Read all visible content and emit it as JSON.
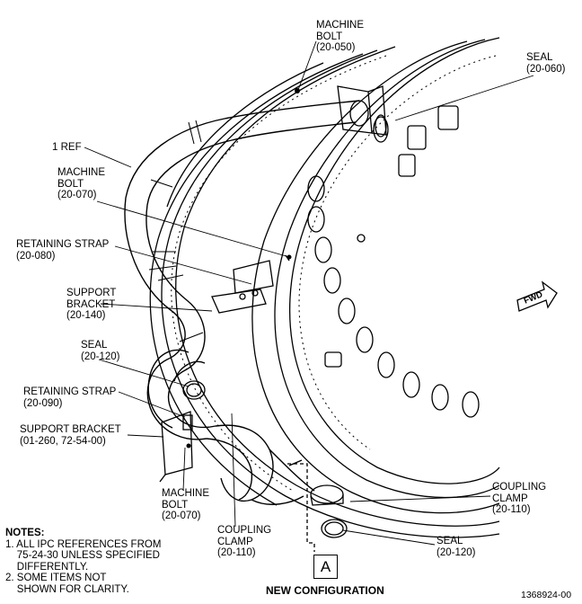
{
  "labels": {
    "machine_bolt_top": "MACHINE\nBOLT\n(20-050)",
    "seal_top_right": "SEAL\n(20-060)",
    "one_ref": "1 REF",
    "machine_bolt_left": "MACHINE\nBOLT\n(20-070)",
    "retaining_strap_upper": "RETAINING STRAP\n(20-080)",
    "support_bracket_mid": "SUPPORT\nBRACKET\n(20-140)",
    "seal_left": "SEAL\n(20-120)",
    "retaining_strap_lower": "RETAINING STRAP\n(20-090)",
    "support_bracket_lower": "SUPPORT BRACKET\n(01-260, 72-54-00)",
    "machine_bolt_bottom": "MACHINE\nBOLT\n(20-070)",
    "coupling_clamp_bottom": "COUPLING\nCLAMP\n(20-110)",
    "coupling_clamp_right": "COUPLING\nCLAMP\n(20-110)",
    "seal_bottom_right": "SEAL\n(20-120)",
    "fwd": "FWD"
  },
  "notes": {
    "heading": "NOTES:",
    "items": [
      "1. ALL IPC REFERENCES FROM\n    75-24-30 UNLESS SPECIFIED\n    DIFFERENTLY.",
      "2. SOME ITEMS NOT\n    SHOWN FOR CLARITY."
    ]
  },
  "view_letter": "A",
  "caption": "NEW CONFIGURATION",
  "figure_id": "1368924-00"
}
